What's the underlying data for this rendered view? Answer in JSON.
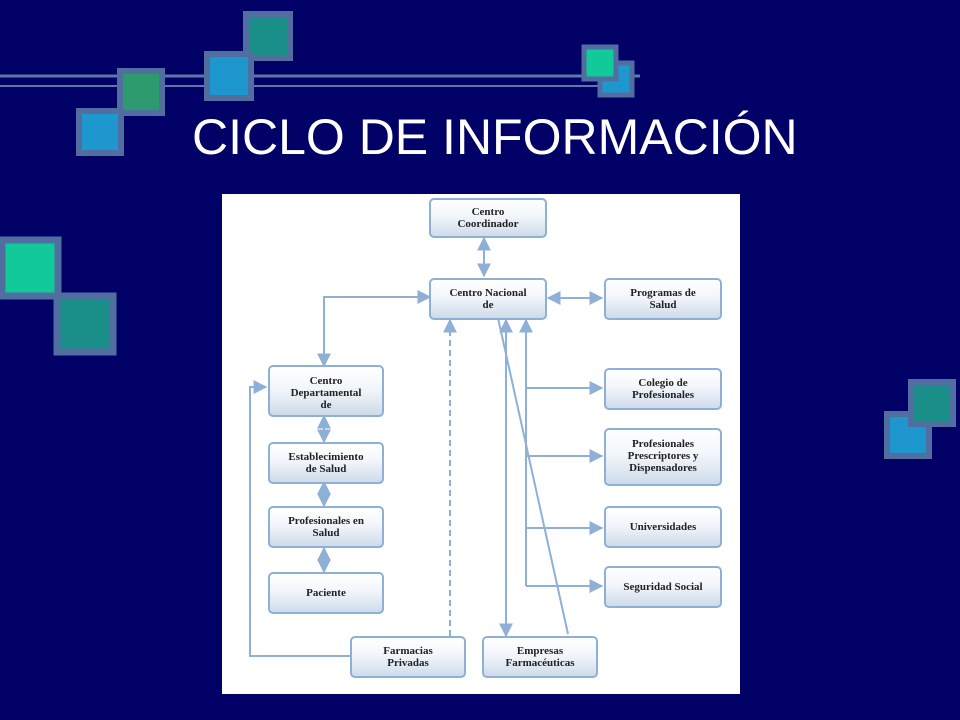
{
  "slide": {
    "title": "CICLO DE INFORMACIÓN",
    "colors": {
      "background": "#000066",
      "title": "#ffffff",
      "square_blue": "#1e97cf",
      "square_green": "#2e9b6e",
      "square_teal": "#1a8f8a",
      "square_mint": "#12c99a",
      "square_border": "#506ea0",
      "line_color": "#5b78a8"
    }
  },
  "diagram": {
    "nodes": {
      "centro_coordinador": [
        "Centro",
        "Coordinador"
      ],
      "centro_nacional": [
        "Centro Nacional",
        "de"
      ],
      "programas_salud": [
        "Programas de",
        "Salud"
      ],
      "centro_departamental": [
        "Centro",
        "Departamental",
        "de"
      ],
      "establecimiento_salud": [
        "Establecimiento",
        "de Salud"
      ],
      "profesionales_salud": [
        "Profesionales en",
        "Salud"
      ],
      "paciente": [
        "Paciente"
      ],
      "colegio_profesionales": [
        "Colegio de",
        "Profesionales"
      ],
      "profesionales_prescriptores": [
        "Profesionales",
        "Prescriptores y",
        "Dispensadores"
      ],
      "universidades": [
        "Universidades"
      ],
      "seguridad_social": [
        "Seguridad Social"
      ],
      "farmacias_privadas": [
        "Farmacias",
        "Privadas"
      ],
      "empresas_farmaceuticas": [
        "Empresas",
        "Farmacéuticas"
      ]
    },
    "colors": {
      "arrow": "#8fb0d6",
      "node_border": "#8fb0d6",
      "panel": "#ffffff"
    }
  }
}
